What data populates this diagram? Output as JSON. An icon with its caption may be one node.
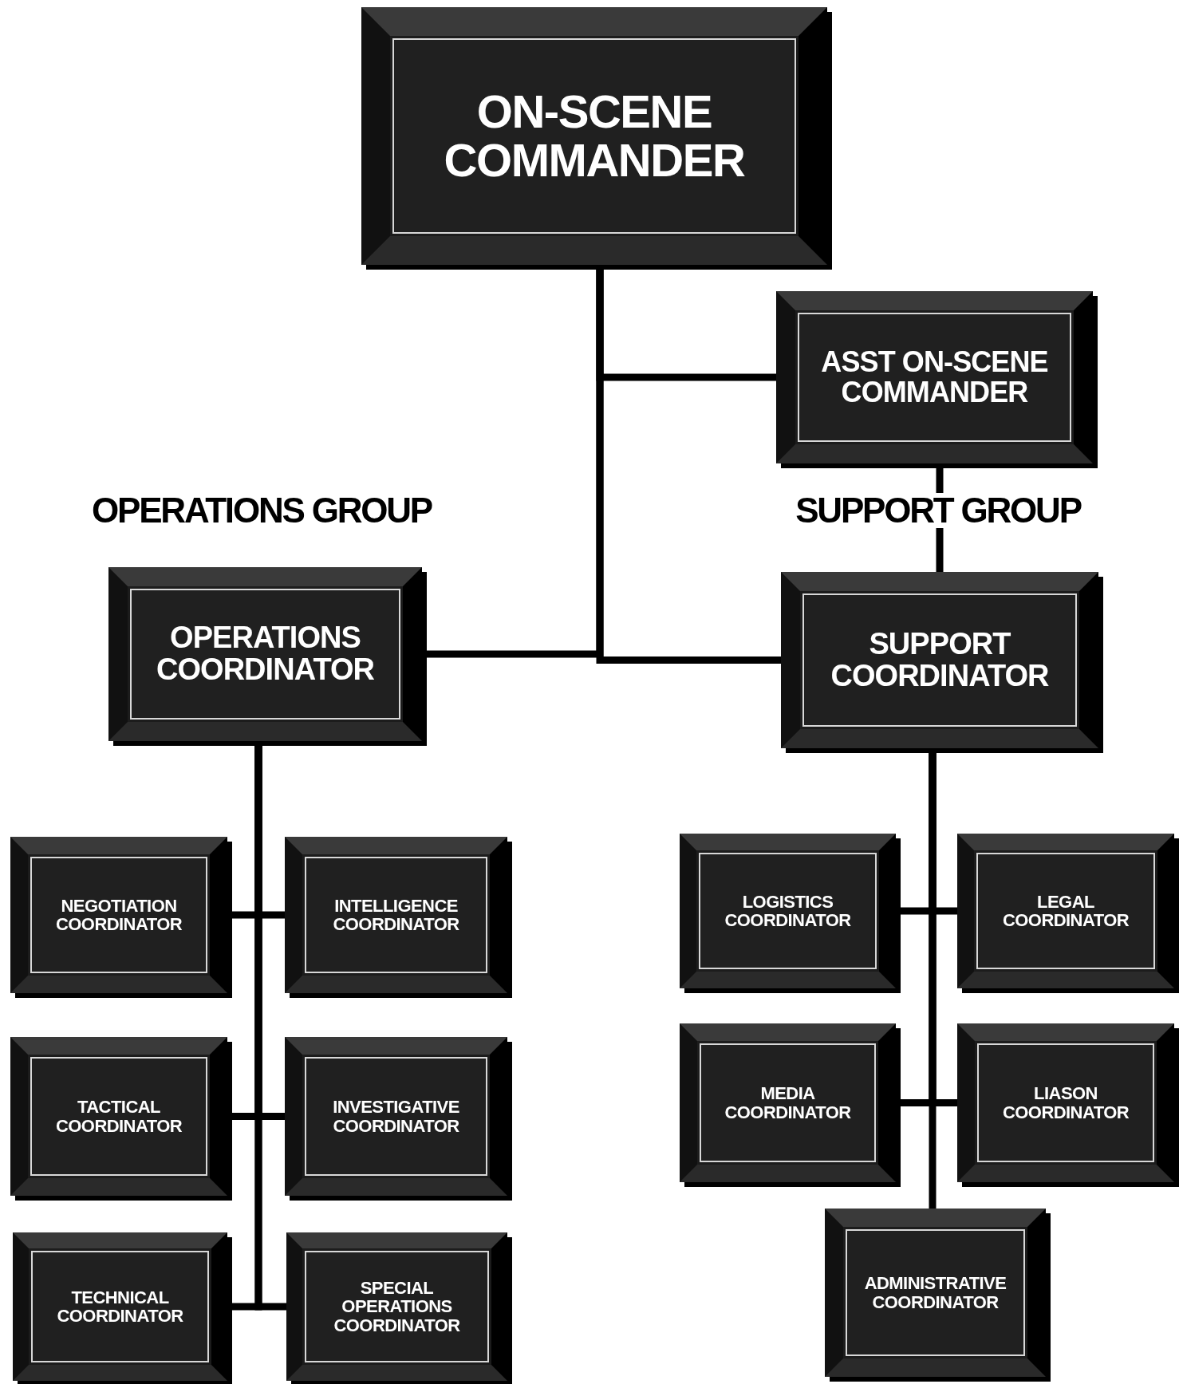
{
  "diagram": {
    "nodes": [
      {
        "text": [
          "ON-SCENE COMMANDER"
        ]
      },
      {
        "text": [
          "ASST ON-SCENE COMMANDER"
        ]
      },
      {
        "text": [
          "OPERATIONS COORDINATOR"
        ]
      },
      {
        "text": [
          "SUPPORT COORDINATOR"
        ]
      },
      {
        "text": [
          "NEGOTIATION COORDINATOR"
        ]
      },
      {
        "text": [
          "INTELLIGENCE COORDINATOR"
        ]
      },
      {
        "text": [
          "LOGISTICS COORDINATOR"
        ]
      },
      {
        "text": [
          "LEGAL COORDINATOR"
        ]
      },
      {
        "text": [
          "TACTICAL COORDINATOR"
        ]
      },
      {
        "text": [
          "INVESTIGATIVE COORDINATOR"
        ]
      },
      {
        "text": [
          "MEDIA COORDINATOR"
        ]
      },
      {
        "text": [
          "LIASON COORDINATOR"
        ]
      },
      {
        "text": [
          "TECHNICAL COORDINATOR"
        ]
      },
      {
        "text": [
          "SPECIAL OPERATIONS COORDINATOR"
        ]
      },
      {
        "text": [
          "ADMINISTRATIVE COORDINATOR"
        ]
      }
    ],
    "edges": [
      {
        "from": 0,
        "to": 1,
        "arrow": "none"
      },
      {
        "from": 0,
        "to": 2,
        "arrow": "none"
      },
      {
        "from": 0,
        "to": 3,
        "arrow": "none"
      },
      {
        "from": 1,
        "to": 3,
        "arrow": "none"
      },
      {
        "from": 2,
        "to": 4,
        "arrow": "none"
      },
      {
        "from": 2,
        "to": 5,
        "arrow": "none"
      },
      {
        "from": 2,
        "to": 8,
        "arrow": "none"
      },
      {
        "from": 2,
        "to": 9,
        "arrow": "none"
      },
      {
        "from": 2,
        "to": 12,
        "arrow": "none"
      },
      {
        "from": 2,
        "to": 13,
        "arrow": "none"
      },
      {
        "from": 3,
        "to": 6,
        "arrow": "none"
      },
      {
        "from": 3,
        "to": 7,
        "arrow": "none"
      },
      {
        "from": 3,
        "to": 10,
        "arrow": "none"
      },
      {
        "from": 3,
        "to": 11,
        "arrow": "none"
      },
      {
        "from": 3,
        "to": 14,
        "arrow": "none"
      }
    ],
    "labels": [
      "OPERATIONS GROUP",
      "SUPPORT GROUP"
    ]
  }
}
